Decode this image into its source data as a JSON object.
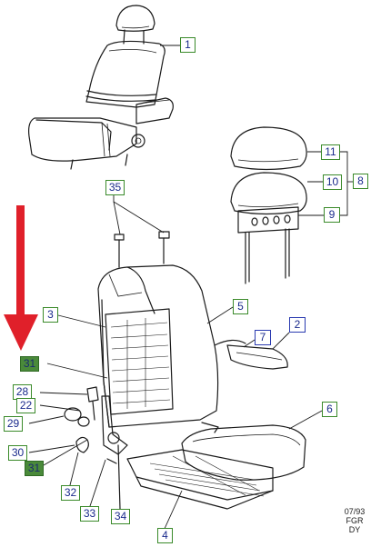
{
  "callouts": {
    "c1": "1",
    "c2": "2",
    "c3": "3",
    "c4": "4",
    "c5": "5",
    "c6": "6",
    "c7": "7",
    "c8": "8",
    "c9": "9",
    "c10": "10",
    "c11": "11",
    "c22": "22",
    "c28": "28",
    "c29": "29",
    "c30": "30",
    "c31a": "31",
    "c31b": "31",
    "c32": "32",
    "c33": "33",
    "c34": "34",
    "c35": "35"
  },
  "stamp": {
    "line1": "07/93",
    "line2": "FGR",
    "line3": "DY"
  },
  "colors": {
    "arrow": "#e0202a",
    "callout_border_green": "#3a8a2a",
    "callout_border_blue": "#2a3ab0",
    "callout_text": "#1a2a8c",
    "highlight_fill": "#4a8a3a"
  }
}
